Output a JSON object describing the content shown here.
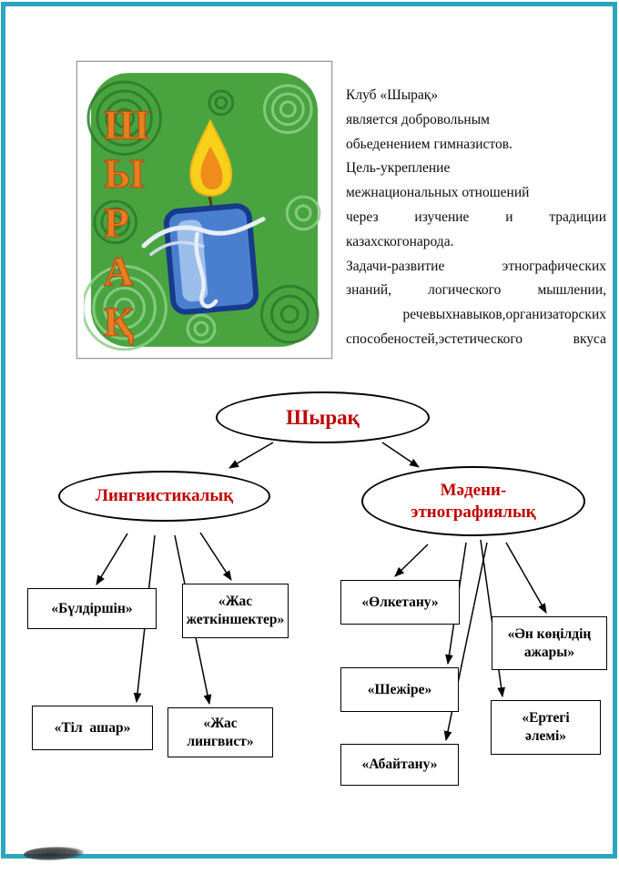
{
  "page": {
    "border_color": "#2ba6bf"
  },
  "logo": {
    "vertical_letters": [
      "Ш",
      "Ы",
      "Р",
      "А",
      "Қ"
    ],
    "colors": {
      "background_green": "#49a440",
      "circle_dark_green": "#2c7a2c",
      "circle_light_green": "#8fd08a",
      "flame_yellow": "#f7d119",
      "flame_orange": "#ef8c1c",
      "candle_blue": "#4a7fd0",
      "candle_outline": "#173a8a",
      "letters_orange": "#e5801f"
    }
  },
  "intro": {
    "lines": [
      "Клуб «Шырақ»",
      "является добровольным",
      "обьеденением гимназистов.",
      "Цель-укрепление",
      "межнациональных отношений",
      "через изучение и традиции",
      "казахскогонарода.",
      "Задачи-развитие этнографических",
      "знаний, логического мышлении,",
      "речевыхнавыков,организаторских",
      "способеностей,эстетического вкуса"
    ]
  },
  "diagram": {
    "accent_red": "#c00000",
    "root": {
      "label": "Шырақ"
    },
    "branches": [
      {
        "label": "Лингвистикалық"
      },
      {
        "label": "Мәдени-этнографиялық"
      }
    ],
    "left_boxes": [
      {
        "label": "«Бүлдіршін»"
      },
      {
        "label": "«Жас жеткіншектер»"
      },
      {
        "label": "«Тіл  ашар»"
      },
      {
        "label": "«Жас лингвист»"
      }
    ],
    "right_boxes": [
      {
        "label": "«Өлкетану»"
      },
      {
        "label": "«Шежіре»"
      },
      {
        "label": "«Абайтану»"
      },
      {
        "label": "«Ән көңілдің ажары»"
      },
      {
        "label": "«Ертегі әлемі»"
      }
    ]
  }
}
